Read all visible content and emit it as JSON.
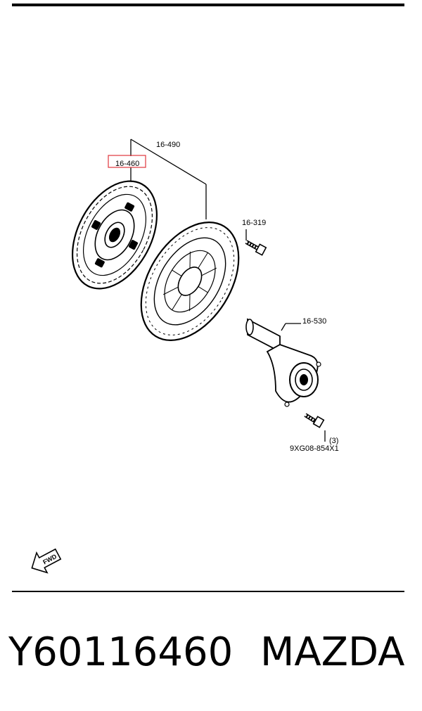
{
  "diagram": {
    "labels": {
      "clutch_assembly": "16-490",
      "clutch_disc": "16-460",
      "bolt": "16-319",
      "release_cylinder": "16-530",
      "quantity": "(3)",
      "bolt_ref": "9XG08-854X1"
    },
    "fwd_arrow_text": "FWD",
    "highlight_color": "#e0363c"
  },
  "footer": {
    "part_number": "Y60116460",
    "brand": "MAZDA"
  }
}
